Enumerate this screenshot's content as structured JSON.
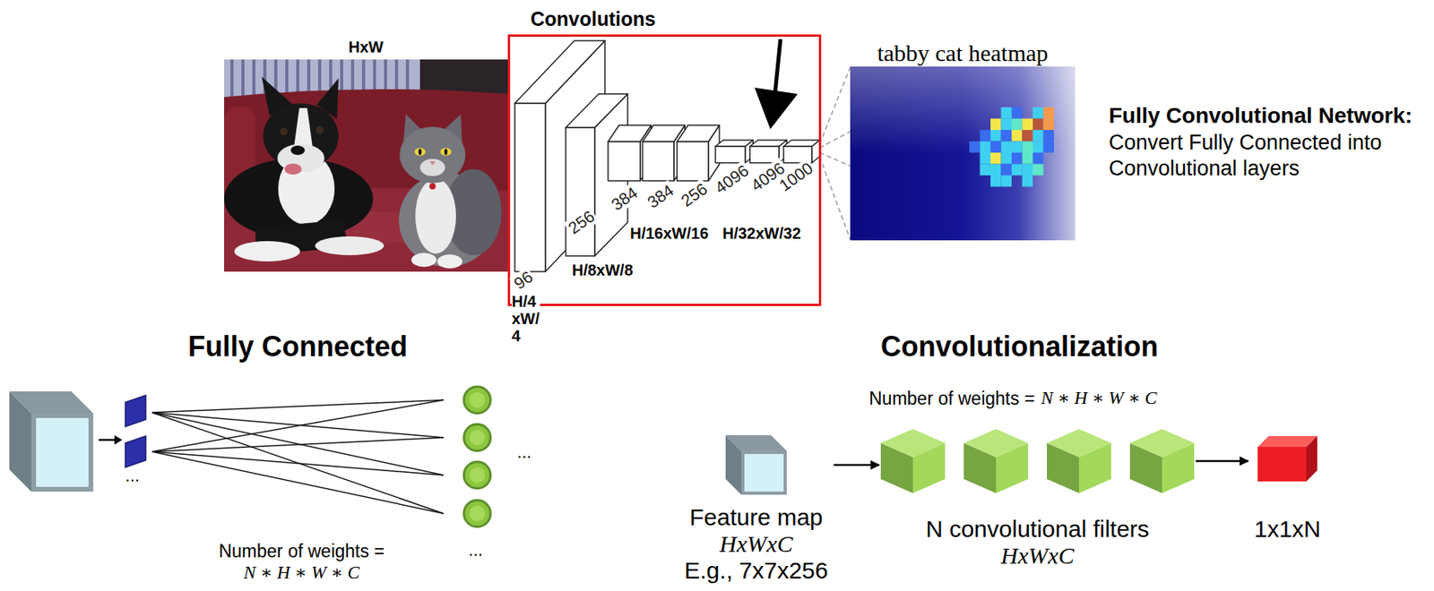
{
  "diagram": {
    "nodes": [
      {
        "text": [
          "HxW"
        ]
      },
      {
        "text": [
          "Convolutions"
        ]
      },
      {
        "text": [
          "tabby cat heatmap"
        ]
      },
      {
        "text": [
          "Feature map",
          "HxWxC",
          "E.g., 7x7x256"
        ]
      },
      {
        "text": [
          "N convolutional filters",
          "HxWxC"
        ]
      },
      {
        "text": [
          "1x1xN"
        ]
      }
    ],
    "edges": [
      {
        "from": 3,
        "to": 4,
        "arrow": "to"
      },
      {
        "from": 4,
        "to": 5,
        "arrow": "to"
      }
    ],
    "labels": [
      "96",
      "256",
      "384",
      "384",
      "256",
      "4096",
      "4096",
      "1000",
      "H/4 xW/ 4",
      "H/8xW/8",
      "H/16xW/16",
      "H/32xW/32",
      "Fully Convolutional Network:",
      "Convert Fully Connected into Convolutional layers",
      "Fully Connected",
      "...",
      "...",
      "...",
      "Number of weights =",
      "N ∗ H ∗ W ∗ C",
      "Convolutionalization",
      "Number of weights =",
      "N ∗ H ∗ W ∗ C"
    ]
  }
}
